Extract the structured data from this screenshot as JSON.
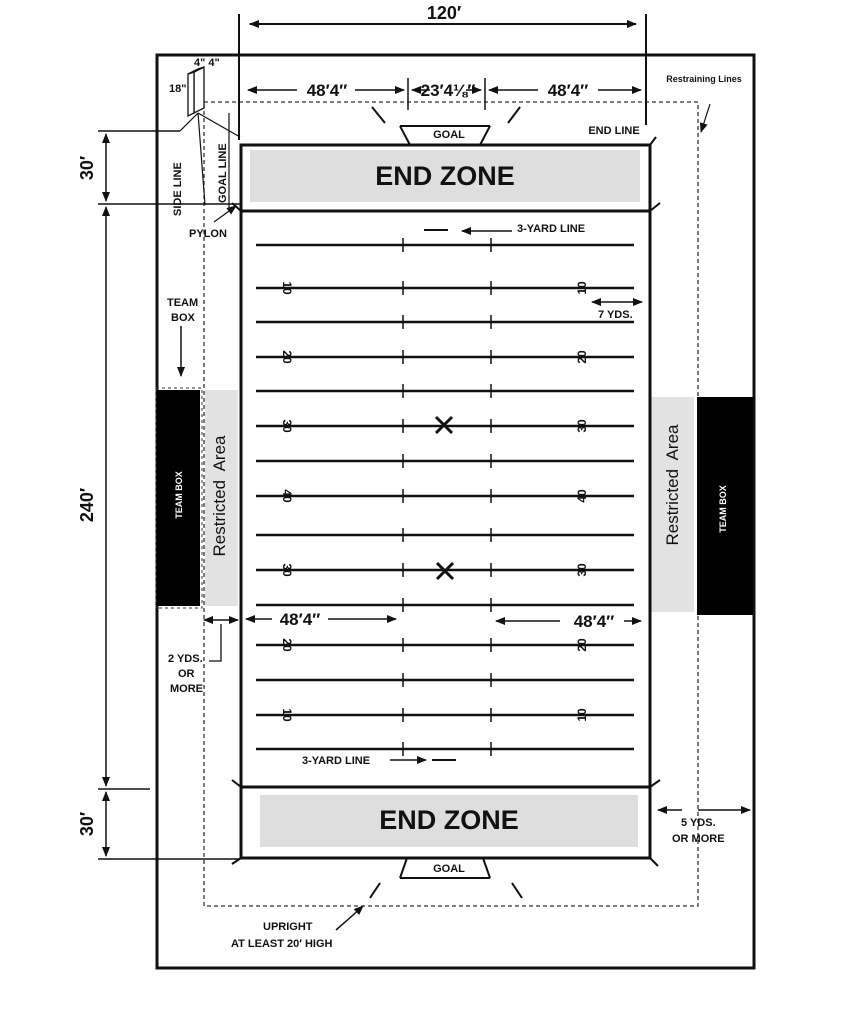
{
  "dimensions": {
    "total_width": "120′",
    "end_zone_depth_top": "30′",
    "field_length": "240′",
    "end_zone_depth_bottom": "30′",
    "hash_left": "48′4″",
    "goal_width": "23′4⅛″",
    "hash_right": "48′4″",
    "mid_left": "48′4″",
    "mid_right": "48′4″"
  },
  "labels": {
    "end_zone": "END ZONE",
    "goal": "GOAL",
    "end_line": "END LINE",
    "restraining_lines": "Restraining Lines",
    "three_yard_line": "3-YARD LINE",
    "seven_yds": "7 YDS.",
    "side_line": "SIDE LINE",
    "goal_line": "GOAL LINE",
    "pylon": "PYLON",
    "pylon_dim_top": "4\" 4\"",
    "pylon_dim_side": "18\"",
    "team_box": "TEAM BOX",
    "team_box_arrow": "TEAM BOX",
    "restricted_area": "Restricted  Area",
    "two_yds": "2 YDS.",
    "or": "OR",
    "more": "MORE",
    "five_yds": "5 YDS.",
    "or_more": "OR MORE",
    "upright": "UPRIGHT",
    "upright_height": "AT LEAST 20′ HIGH"
  },
  "yard_numbers": [
    "10",
    "20",
    "30",
    "40",
    "30",
    "20",
    "10"
  ],
  "colors": {
    "line": "#111111",
    "end_zone_fill": "#dedede",
    "restricted_fill": "#e2e2e2",
    "team_box_fill": "#000000"
  }
}
